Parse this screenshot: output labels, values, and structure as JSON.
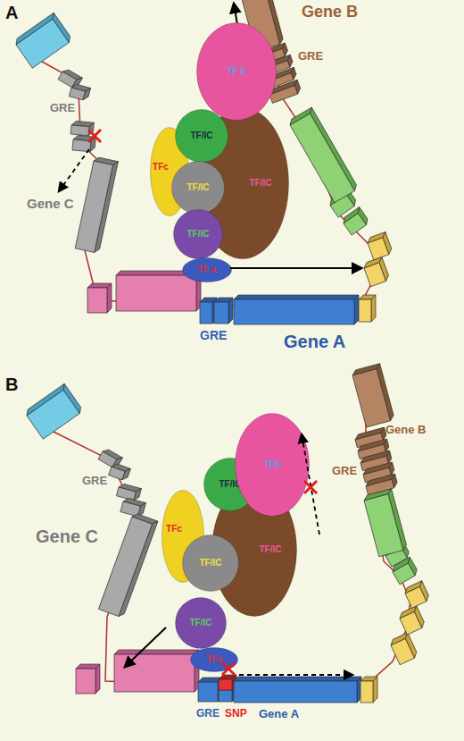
{
  "diagram": {
    "nodes": [
      {
        "text": [
          "TF b"
        ]
      },
      {
        "text": [
          "TF/IC"
        ]
      },
      {
        "text": [
          "TFc"
        ]
      },
      {
        "text": [
          "TF/IC"
        ]
      },
      {
        "text": [
          "TF/IC"
        ]
      },
      {
        "text": [
          "TF/IC"
        ]
      },
      {
        "text": [
          "TF a"
        ]
      },
      {
        "text": [
          "TFb"
        ]
      },
      {
        "text": [
          "TF/IC"
        ]
      },
      {
        "text": [
          "TFc"
        ]
      },
      {
        "text": [
          "TF/IC"
        ]
      },
      {
        "text": [
          "TF/IC"
        ]
      },
      {
        "text": [
          "TF/IC"
        ]
      },
      {
        "text": [
          "TFa"
        ]
      }
    ],
    "labels": [
      "A",
      "Gene B",
      "GRE",
      "GRE",
      "Gene C",
      "GRE",
      "Gene A",
      "B",
      "Gene B",
      "GRE",
      "GRE",
      "Gene C",
      "GRE",
      "SNP",
      "Gene A"
    ]
  }
}
